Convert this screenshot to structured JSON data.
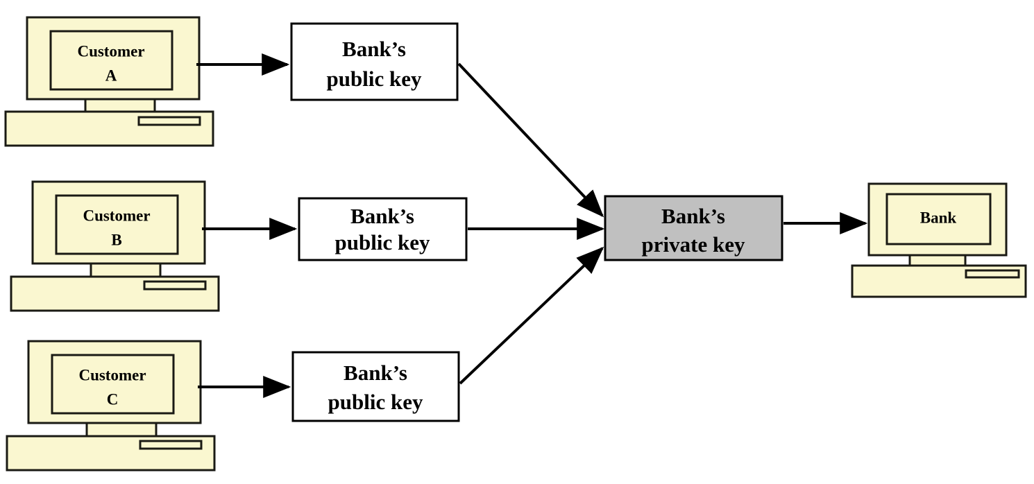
{
  "diagram": {
    "title": "Bank public/private key distribution diagram",
    "colors": {
      "computer_fill": "#faf7d0",
      "computer_stroke": "#1a1a14",
      "public_key_fill": "#ffffff",
      "private_key_fill": "#c0c0c0",
      "box_stroke": "#000000",
      "arrow": "#000000",
      "background": "#ffffff"
    },
    "nodes": {
      "customer_a": {
        "label_line1": "Customer",
        "label_line2": "A",
        "icon": "desktop-computer-icon",
        "type": "computer"
      },
      "customer_b": {
        "label_line1": "Customer",
        "label_line2": "B",
        "icon": "desktop-computer-icon",
        "type": "computer"
      },
      "customer_c": {
        "label_line1": "Customer",
        "label_line2": "C",
        "icon": "desktop-computer-icon",
        "type": "computer"
      },
      "public_key_a": {
        "label_line1": "Bank’s",
        "label_line2": "public key",
        "type": "box"
      },
      "public_key_b": {
        "label_line1": "Bank’s",
        "label_line2": "public key",
        "type": "box"
      },
      "public_key_c": {
        "label_line1": "Bank’s",
        "label_line2": "public key",
        "type": "box"
      },
      "private_key": {
        "label_line1": "Bank’s",
        "label_line2": "private key",
        "type": "box"
      },
      "bank": {
        "label_line1": "Bank",
        "icon": "desktop-computer-icon",
        "type": "computer"
      }
    },
    "edges": [
      {
        "name": "customer-a-to-public-key-a",
        "from": "customer_a",
        "to": "public_key_a",
        "style": "straight-arrow"
      },
      {
        "name": "customer-b-to-public-key-b",
        "from": "customer_b",
        "to": "public_key_b",
        "style": "straight-arrow"
      },
      {
        "name": "customer-c-to-public-key-c",
        "from": "customer_c",
        "to": "public_key_c",
        "style": "straight-arrow"
      },
      {
        "name": "public-key-a-to-private-key",
        "from": "public_key_a",
        "to": "private_key",
        "style": "diagonal-arrow-down"
      },
      {
        "name": "public-key-b-to-private-key",
        "from": "public_key_b",
        "to": "private_key",
        "style": "straight-arrow"
      },
      {
        "name": "public-key-c-to-private-key",
        "from": "public_key_c",
        "to": "private_key",
        "style": "diagonal-arrow-up"
      },
      {
        "name": "private-key-to-bank",
        "from": "private_key",
        "to": "bank",
        "style": "straight-arrow"
      }
    ]
  }
}
